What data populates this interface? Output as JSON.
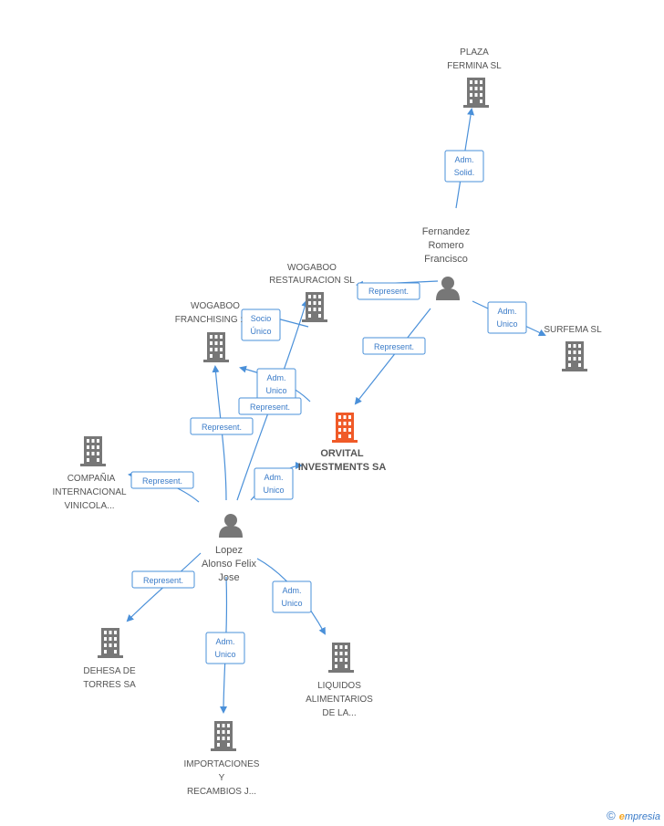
{
  "nodes": {
    "plaza_fermina": [
      "PLAZA",
      "FERMINA SL"
    ],
    "fernandez": [
      "Fernandez",
      "Romero",
      "Francisco"
    ],
    "wogaboo_restauracion": [
      "WOGABOO",
      "RESTAURACION SL"
    ],
    "wogaboo_franchising": [
      "WOGABOO",
      "FRANCHISING :"
    ],
    "surfema": [
      "SURFEMA SL"
    ],
    "orvital": [
      "ORVITAL",
      "INVESTMENTS SA"
    ],
    "compania": [
      "COMPAÑIA",
      "INTERNACIONAL",
      "VINICOLA..."
    ],
    "lopez": [
      "Lopez",
      "Alonso Felix",
      "Jose"
    ],
    "dehesa": [
      "DEHESA DE",
      "TORRES SA"
    ],
    "importaciones": [
      "IMPORTACIONES",
      "Y",
      "RECAMBIOS J..."
    ],
    "liquidos": [
      "LIQUIDOS",
      "ALIMENTARIOS",
      "DE LA..."
    ]
  },
  "edges": {
    "adm_solid": [
      "Adm.",
      "Solid."
    ],
    "represent_wr": [
      "Represent."
    ],
    "adm_unico_surfema": [
      "Adm.",
      "Unico"
    ],
    "represent_orvital": [
      "Represent."
    ],
    "socio_unico": [
      "Socio",
      "Único"
    ],
    "adm_unico_wf": [
      "Adm.",
      "Unico"
    ],
    "represent_lopez_wr": [
      "Represent."
    ],
    "represent_lopez_wf": [
      "Represent."
    ],
    "adm_unico_orvital": [
      "Adm.",
      "Unico"
    ],
    "represent_compania": [
      "Represent."
    ],
    "represent_dehesa": [
      "Represent."
    ],
    "adm_unico_importaciones": [
      "Adm.",
      "Unico"
    ],
    "adm_unico_liquidos": [
      "Adm.",
      "Unico"
    ]
  },
  "brand": {
    "copyright": "©",
    "e": "e",
    "rest": "mpresia"
  },
  "colors": {
    "edge": "#4a90d9",
    "building": "#777777",
    "focus": "#f05a28",
    "person": "#777777"
  }
}
